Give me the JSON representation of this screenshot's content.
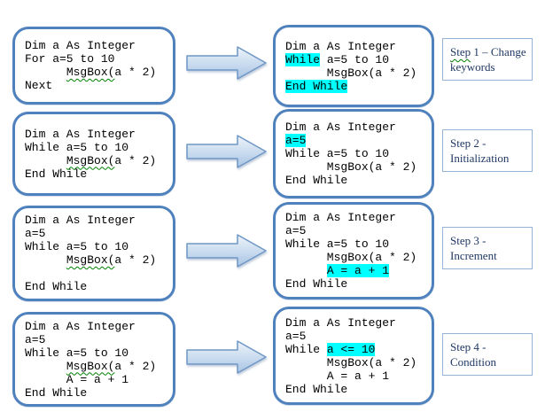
{
  "colors": {
    "box_border": "#4f81bd",
    "highlight": "#00ffff",
    "step_border": "#95b3d7",
    "step_text": "#1f3864",
    "code_text": "#000000",
    "squiggle": "#008000",
    "arrow_stroke": "#6f97c6",
    "arrow_fill_top": "#eef4fa",
    "arrow_fill_mid": "#cfdff0",
    "arrow_fill_bottom": "#a9c4e4"
  },
  "arrow_icon": "right-arrow-icon",
  "rows": [
    {
      "step_label": [
        {
          "t": "Step",
          "sq": true
        },
        {
          "t": " 1 – Change keywords"
        }
      ],
      "left_code": [
        [
          {
            "t": "Dim a As Integer"
          }
        ],
        [
          {
            "t": "For a=5 to 10"
          }
        ],
        [
          {
            "t": "      "
          },
          {
            "t": "MsgBox(",
            "sq": true
          },
          {
            "t": "a * 2)"
          }
        ],
        [
          {
            "t": "Next"
          }
        ]
      ],
      "right_code": [
        [
          {
            "t": "Dim a As Integer"
          }
        ],
        [
          {
            "t": "While",
            "hl": true
          },
          {
            "t": " a=5 to 10"
          }
        ],
        [
          {
            "t": "      MsgBox(a * 2)"
          }
        ],
        [
          {
            "t": "End While",
            "hl": true
          }
        ]
      ]
    },
    {
      "step_label": [
        {
          "t": "Step 2 - Initialization"
        }
      ],
      "left_code": [
        [
          {
            "t": "Dim a As Integer"
          }
        ],
        [
          {
            "t": "While a=5 to 10"
          }
        ],
        [
          {
            "t": "      "
          },
          {
            "t": "MsgBox(",
            "sq": true
          },
          {
            "t": "a * 2)"
          }
        ],
        [
          {
            "t": "End While"
          }
        ]
      ],
      "right_code": [
        [
          {
            "t": "Dim a As Integer"
          }
        ],
        [
          {
            "t": "a=5",
            "hl": true
          }
        ],
        [
          {
            "t": "While a=5 to 10"
          }
        ],
        [
          {
            "t": "      MsgBox(a * 2)"
          }
        ],
        [
          {
            "t": "End While"
          }
        ]
      ]
    },
    {
      "step_label": [
        {
          "t": "Step 3 - Increment"
        }
      ],
      "left_code": [
        [
          {
            "t": "Dim a As Integer"
          }
        ],
        [
          {
            "t": "a=5"
          }
        ],
        [
          {
            "t": "While a=5 to 10"
          }
        ],
        [
          {
            "t": "      "
          },
          {
            "t": "MsgBox(",
            "sq": true
          },
          {
            "t": "a * 2)"
          }
        ],
        [
          {
            "t": ""
          }
        ],
        [
          {
            "t": "End While"
          }
        ]
      ],
      "right_code": [
        [
          {
            "t": "Dim a As Integer"
          }
        ],
        [
          {
            "t": "a=5"
          }
        ],
        [
          {
            "t": "While a=5 to 10"
          }
        ],
        [
          {
            "t": "      MsgBox(a * 2)"
          }
        ],
        [
          {
            "t": "      "
          },
          {
            "t": "A = a + 1",
            "hl": true
          }
        ],
        [
          {
            "t": "End While"
          }
        ]
      ]
    },
    {
      "step_label": [
        {
          "t": "Step 4 - Condition"
        }
      ],
      "left_code": [
        [
          {
            "t": "Dim a As Integer"
          }
        ],
        [
          {
            "t": "a=5"
          }
        ],
        [
          {
            "t": "While a=5 to 10"
          }
        ],
        [
          {
            "t": "      "
          },
          {
            "t": "MsgBox(",
            "sq": true
          },
          {
            "t": "a * 2)"
          }
        ],
        [
          {
            "t": "      A = a + 1"
          }
        ],
        [
          {
            "t": "End While"
          }
        ]
      ],
      "right_code": [
        [
          {
            "t": "Dim a As Integer"
          }
        ],
        [
          {
            "t": "a=5"
          }
        ],
        [
          {
            "t": "While "
          },
          {
            "t": "a <= 10",
            "hl": true
          }
        ],
        [
          {
            "t": "      MsgBox(a * 2)"
          }
        ],
        [
          {
            "t": "      A = a + 1"
          }
        ],
        [
          {
            "t": "End While"
          }
        ]
      ]
    }
  ]
}
